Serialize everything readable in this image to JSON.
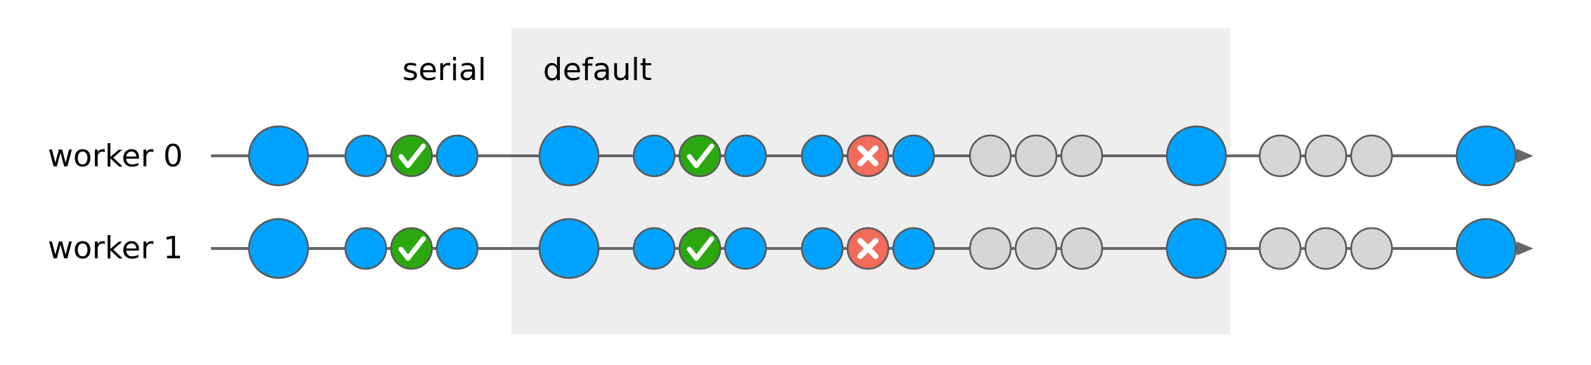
{
  "labels": {
    "serial": "serial",
    "default": "default"
  },
  "workers": [
    {
      "label": "worker 0"
    },
    {
      "label": "worker 1"
    }
  ],
  "colors": {
    "background": "#ffffff",
    "group_box": "#eeeeee",
    "timeline": "#666666",
    "node_outline": "#5a5a5a",
    "step_blue": "#00a2ff",
    "test_passed": "#2ba80e",
    "test_failed": "#f26b5b",
    "test_pending": "#d6d6d6"
  },
  "sequence": [
    {
      "kind": "step",
      "status": "active",
      "icon": ""
    },
    {
      "kind": "test",
      "status": "active",
      "icon": ""
    },
    {
      "kind": "test",
      "status": "passed",
      "icon": "check-icon"
    },
    {
      "kind": "test",
      "status": "active",
      "icon": ""
    },
    {
      "kind": "step",
      "status": "active",
      "icon": ""
    },
    {
      "kind": "test",
      "status": "active",
      "icon": ""
    },
    {
      "kind": "test",
      "status": "passed",
      "icon": "check-icon"
    },
    {
      "kind": "test",
      "status": "active",
      "icon": ""
    },
    {
      "kind": "test",
      "status": "active",
      "icon": ""
    },
    {
      "kind": "test",
      "status": "failed",
      "icon": "cross-icon"
    },
    {
      "kind": "test",
      "status": "active",
      "icon": ""
    },
    {
      "kind": "test",
      "status": "pending",
      "icon": ""
    },
    {
      "kind": "test",
      "status": "pending",
      "icon": ""
    },
    {
      "kind": "test",
      "status": "pending",
      "icon": ""
    },
    {
      "kind": "step",
      "status": "active",
      "icon": ""
    },
    {
      "kind": "test",
      "status": "pending",
      "icon": ""
    },
    {
      "kind": "test",
      "status": "pending",
      "icon": ""
    },
    {
      "kind": "test",
      "status": "pending",
      "icon": ""
    },
    {
      "kind": "step",
      "status": "active",
      "icon": ""
    }
  ]
}
